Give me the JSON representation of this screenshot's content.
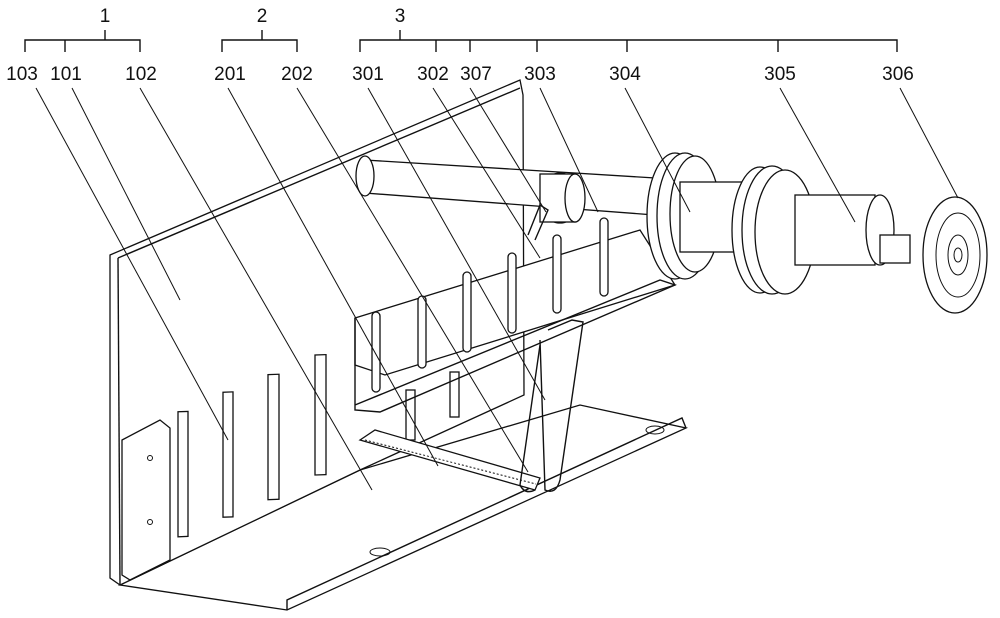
{
  "groups": [
    {
      "label": "1"
    },
    {
      "label": "2"
    },
    {
      "label": "3"
    }
  ],
  "parts": [
    {
      "label": "103"
    },
    {
      "label": "101"
    },
    {
      "label": "102"
    },
    {
      "label": "201"
    },
    {
      "label": "202"
    },
    {
      "label": "301"
    },
    {
      "label": "302"
    },
    {
      "label": "307"
    },
    {
      "label": "303"
    },
    {
      "label": "304"
    },
    {
      "label": "305"
    },
    {
      "label": "306"
    }
  ]
}
